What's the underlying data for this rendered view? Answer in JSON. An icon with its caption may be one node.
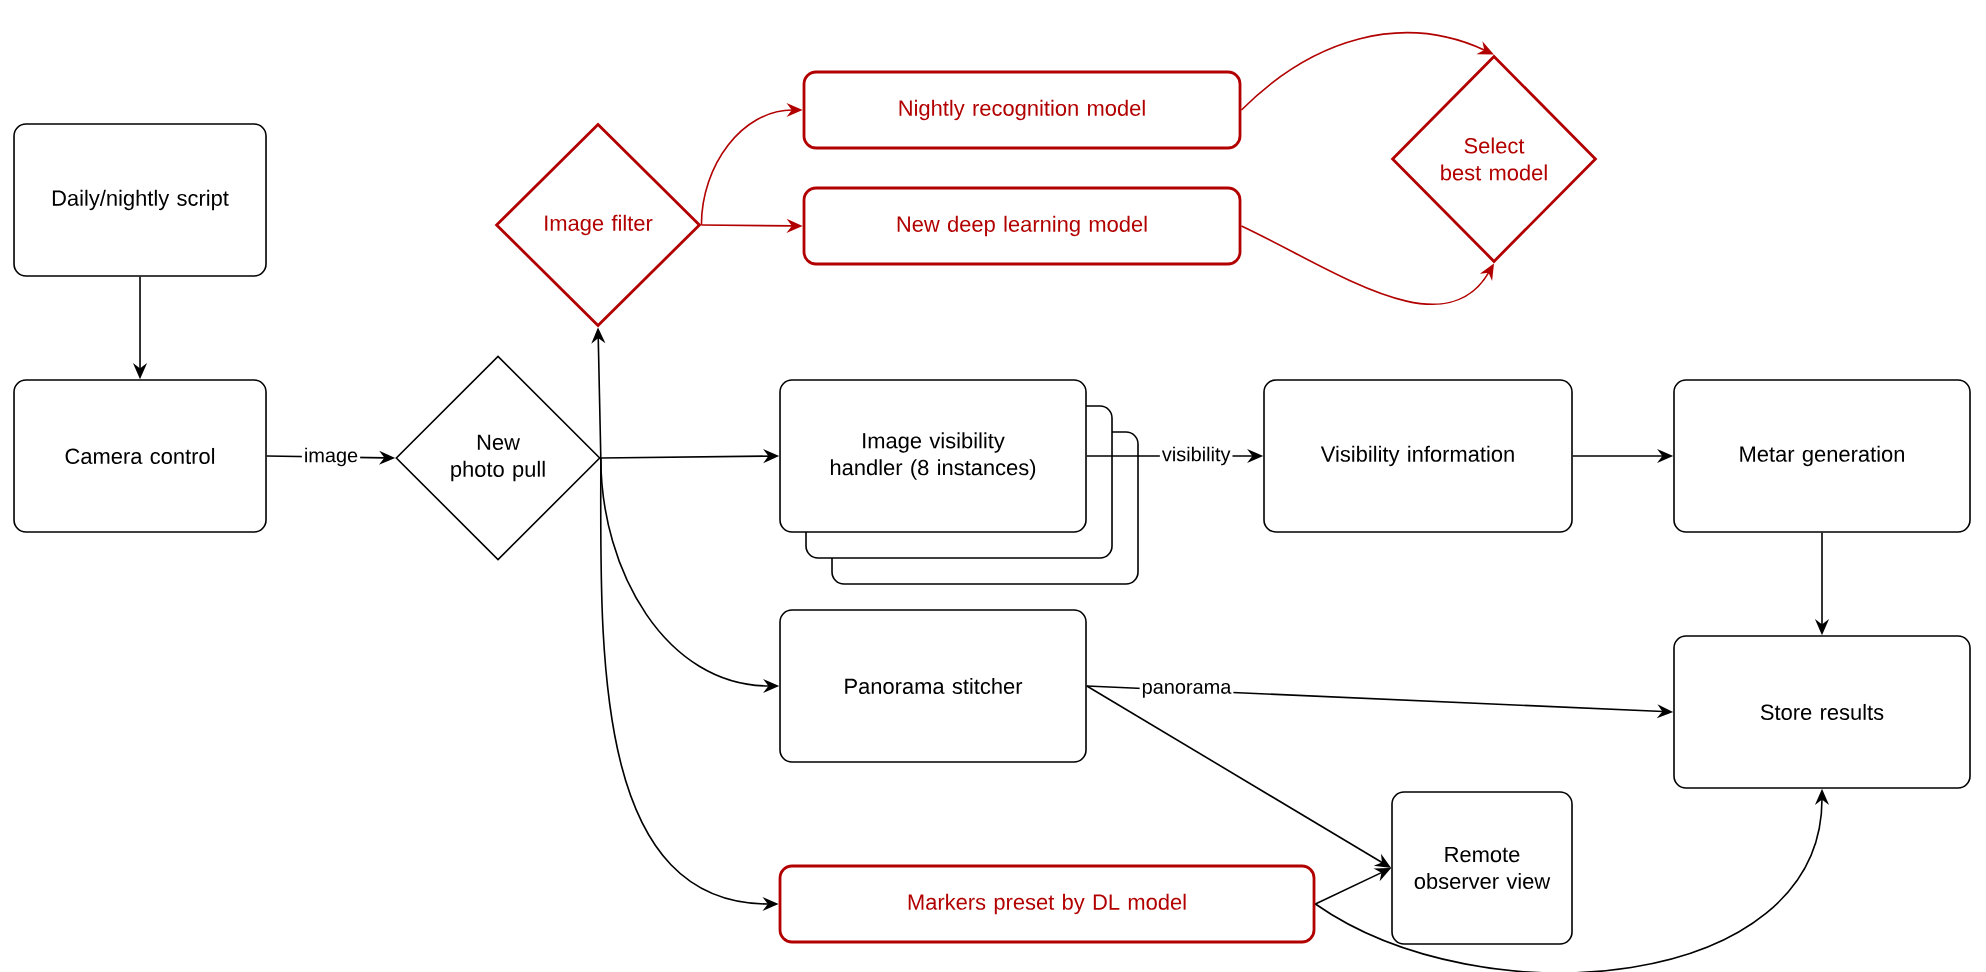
{
  "diagram": {
    "nodes": [
      {
        "text": [
          "Daily/nightly script"
        ]
      },
      {
        "text": [
          "Camera control"
        ]
      },
      {
        "text": [
          "New photo pull"
        ]
      },
      {
        "text": [
          "Image filter"
        ]
      },
      {
        "text": [
          "Nightly recognition model"
        ]
      },
      {
        "text": [
          "New deep learning model"
        ]
      },
      {
        "text": [
          "Select best model"
        ]
      },
      {
        "text": [
          "Image visibility handler (8 instances)"
        ]
      },
      {
        "text": [
          "Visibility information"
        ]
      },
      {
        "text": [
          "Metar generation"
        ]
      },
      {
        "text": [
          "Panorama stitcher"
        ]
      },
      {
        "text": [
          "Store results"
        ]
      },
      {
        "text": [
          "Remote observer view"
        ]
      },
      {
        "text": [
          "Markers preset by DL model"
        ]
      }
    ],
    "edges": [
      {
        "from": 0,
        "to": 1,
        "arrow": "to"
      },
      {
        "from": 1,
        "to": 2,
        "arrow": "to",
        "label": "image"
      },
      {
        "from": 2,
        "to": 3,
        "arrow": "to"
      },
      {
        "from": 3,
        "to": 4,
        "arrow": "to",
        "color": "#b20000"
      },
      {
        "from": 3,
        "to": 5,
        "arrow": "to",
        "color": "#b20000"
      },
      {
        "from": 4,
        "to": 6,
        "arrow": "to",
        "color": "#b20000"
      },
      {
        "from": 5,
        "to": 6,
        "arrow": "to",
        "color": "#b20000"
      },
      {
        "from": 2,
        "to": 7,
        "arrow": "to"
      },
      {
        "from": 7,
        "to": 8,
        "arrow": "to",
        "label": "visibility"
      },
      {
        "from": 8,
        "to": 9,
        "arrow": "to"
      },
      {
        "from": 9,
        "to": 11,
        "arrow": "to"
      },
      {
        "from": 2,
        "to": 10,
        "arrow": "to"
      },
      {
        "from": 10,
        "to": 11,
        "arrow": "to",
        "label": "panorama"
      },
      {
        "from": 10,
        "to": 12,
        "arrow": "to"
      },
      {
        "from": 2,
        "to": 13,
        "arrow": "to"
      },
      {
        "from": 13,
        "to": 12,
        "arrow": "to"
      },
      {
        "from": 13,
        "to": 11,
        "arrow": "to"
      }
    ]
  }
}
